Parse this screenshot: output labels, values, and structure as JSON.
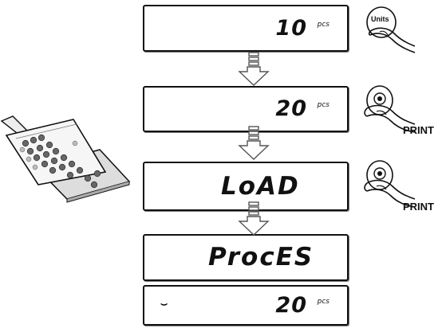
{
  "steps": [
    {
      "value": "10",
      "unit": "pcs"
    },
    {
      "value": "20",
      "unit": "pcs"
    },
    {
      "text": "LoAD"
    },
    {
      "text": "ProcES"
    },
    {
      "indicator": "⌣",
      "value": "20",
      "unit": "pcs"
    }
  ],
  "keys": {
    "units_label": "Units",
    "print_label": "PRINT"
  }
}
